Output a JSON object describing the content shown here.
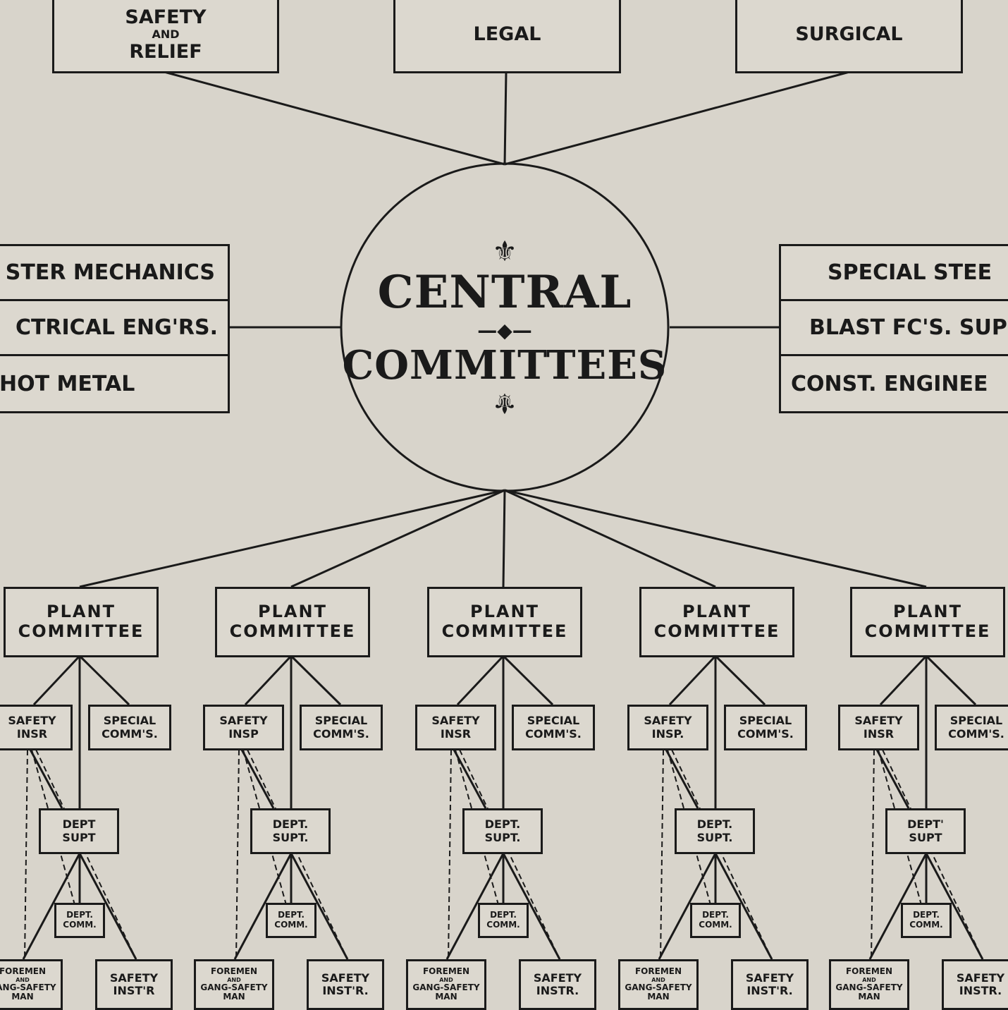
{
  "top_boxes": [
    {
      "lines": [
        "SAFETY",
        "AND",
        "RELIEF"
      ]
    },
    {
      "lines": [
        "LEGAL"
      ]
    },
    {
      "lines": [
        "SURGICAL"
      ]
    }
  ],
  "center": {
    "line1": "CENTRAL",
    "line2": "COMMITTEES",
    "ornament_top": "⚜",
    "divider": "—◆—",
    "ornament_bottom": "⚜"
  },
  "left_box": [
    "STER MECHANICS",
    "CTRICAL ENG'RS.",
    "HOT METAL"
  ],
  "right_box": [
    "SPECIAL STEE",
    "BLAST FC'S. SUP",
    "CONST. ENGINEE"
  ],
  "columns": [
    {
      "plant": [
        "PLANT",
        "COMMITTEE"
      ],
      "safety_insp": [
        "SAFETY",
        "INSR"
      ],
      "special": [
        "SPECIAL",
        "COMM'S."
      ],
      "dept_supt": [
        "DEPT",
        "SUPT"
      ],
      "dept_comm": [
        "DEPT.",
        "COMM."
      ],
      "foremen": [
        "FOREMEN",
        "AND",
        "GANG-SAFETY",
        "MAN"
      ],
      "safety_instr": [
        "SAFETY",
        "INST'R"
      ]
    },
    {
      "plant": [
        "PLANT",
        "COMMITTEE"
      ],
      "safety_insp": [
        "SAFETY",
        "INSP"
      ],
      "special": [
        "SPECIAL",
        "COMM'S."
      ],
      "dept_supt": [
        "DEPT.",
        "SUPT."
      ],
      "dept_comm": [
        "DEPT.",
        "COMM."
      ],
      "foremen": [
        "FOREMEN",
        "AND",
        "GANG-SAFETY",
        "MAN"
      ],
      "safety_instr": [
        "SAFETY",
        "INST'R."
      ]
    },
    {
      "plant": [
        "PLANT",
        "COMMITTEE"
      ],
      "safety_insp": [
        "SAFETY",
        "INSR"
      ],
      "special": [
        "SPECIAL",
        "COMM'S."
      ],
      "dept_supt": [
        "DEPT.",
        "SUPT."
      ],
      "dept_comm": [
        "DEPT.",
        "COMM."
      ],
      "foremen": [
        "FOREMEN",
        "AND",
        "GANG-SAFETY",
        "MAN"
      ],
      "safety_instr": [
        "SAFETY",
        "INSTR."
      ]
    },
    {
      "plant": [
        "PLANT",
        "COMMITTEE"
      ],
      "safety_insp": [
        "SAFETY",
        "INSP."
      ],
      "special": [
        "SPECIAL",
        "COMM'S."
      ],
      "dept_supt": [
        "DEPT.",
        "SUPT."
      ],
      "dept_comm": [
        "DEPT.",
        "COMM."
      ],
      "foremen": [
        "FOREMEN",
        "AND",
        "GANG-SAFETY",
        "MAN"
      ],
      "safety_instr": [
        "SAFETY",
        "INST'R."
      ]
    },
    {
      "plant": [
        "PLANT",
        "COMMITTEE"
      ],
      "safety_insp": [
        "SAFETY",
        "INSR"
      ],
      "special": [
        "SPECIAL",
        "COMM'S."
      ],
      "dept_supt": [
        "DEPT'",
        "SUPT"
      ],
      "dept_comm": [
        "DEPT.",
        "COMM."
      ],
      "foremen": [
        "FOREMEN",
        "AND",
        "GANG-SAFETY",
        "MAN"
      ],
      "safety_instr": [
        "SAFETY",
        "INSTR."
      ]
    }
  ]
}
